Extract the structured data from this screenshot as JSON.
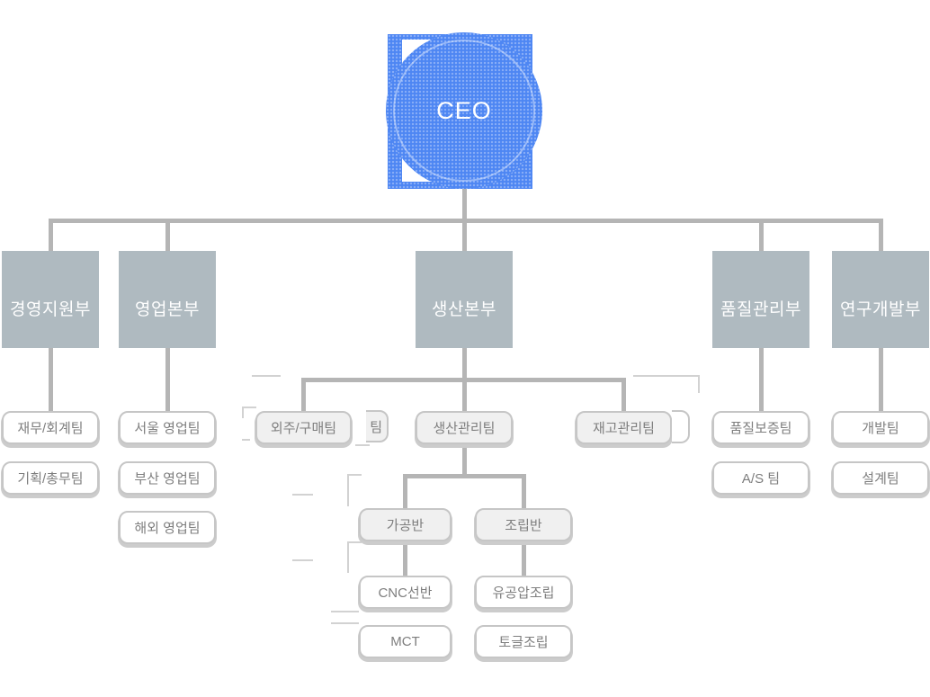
{
  "org": {
    "ceo": "CEO",
    "departments": [
      {
        "label": "경영지원부",
        "teams": [
          "재무/회계팀",
          "기획/총무팀"
        ]
      },
      {
        "label": "영업본부",
        "teams": [
          "서울 영업팀",
          "부산 영업팀",
          "해외 영업팀"
        ]
      },
      {
        "label": "생산본부",
        "teams": [
          "외주/구매팀",
          "생산관리팀",
          "재고관리팀"
        ]
      },
      {
        "label": "품질관리부",
        "teams": [
          "품질보증팀",
          "A/S 팀"
        ]
      },
      {
        "label": "연구개발부",
        "teams": [
          "개발팀",
          "설계팀"
        ]
      }
    ],
    "production_management_subtree": {
      "parent": "생산관리팀",
      "groups": [
        {
          "label": "가공반",
          "units": [
            "CNC선반",
            "MCT"
          ]
        },
        {
          "label": "조립반",
          "units": [
            "유공압조립",
            "토글조립"
          ]
        }
      ]
    },
    "clipped_fragment_text": "ㅐ팀"
  },
  "colors": {
    "ceo_blue": "#4d86f3",
    "department_gray": "#afbac0",
    "connector_gray": "#b5b5b5",
    "box_border_gray": "#c6c6c6",
    "box_text_gray": "#7e7e7e",
    "subtle_box_fill": "#f0f0f0"
  }
}
